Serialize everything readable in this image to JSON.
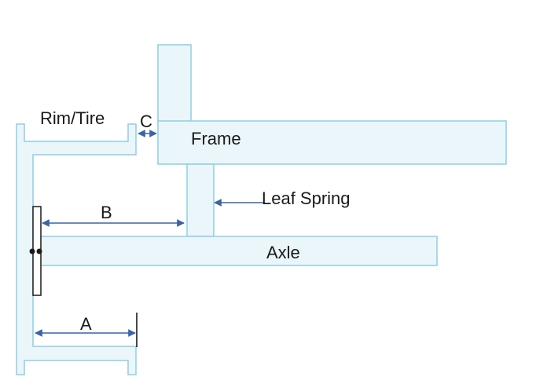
{
  "labels": {
    "rim_tire": "Rim/Tire",
    "c": "C",
    "frame": "Frame",
    "leaf_spring": "Leaf Spring",
    "b": "B",
    "axle": "Axle",
    "a": "A"
  },
  "colors": {
    "part_fill": "#eaf6fa",
    "part_stroke": "#8fcde4",
    "dimension_arrow": "#3a63a8",
    "outline": "#1a1a1a"
  }
}
